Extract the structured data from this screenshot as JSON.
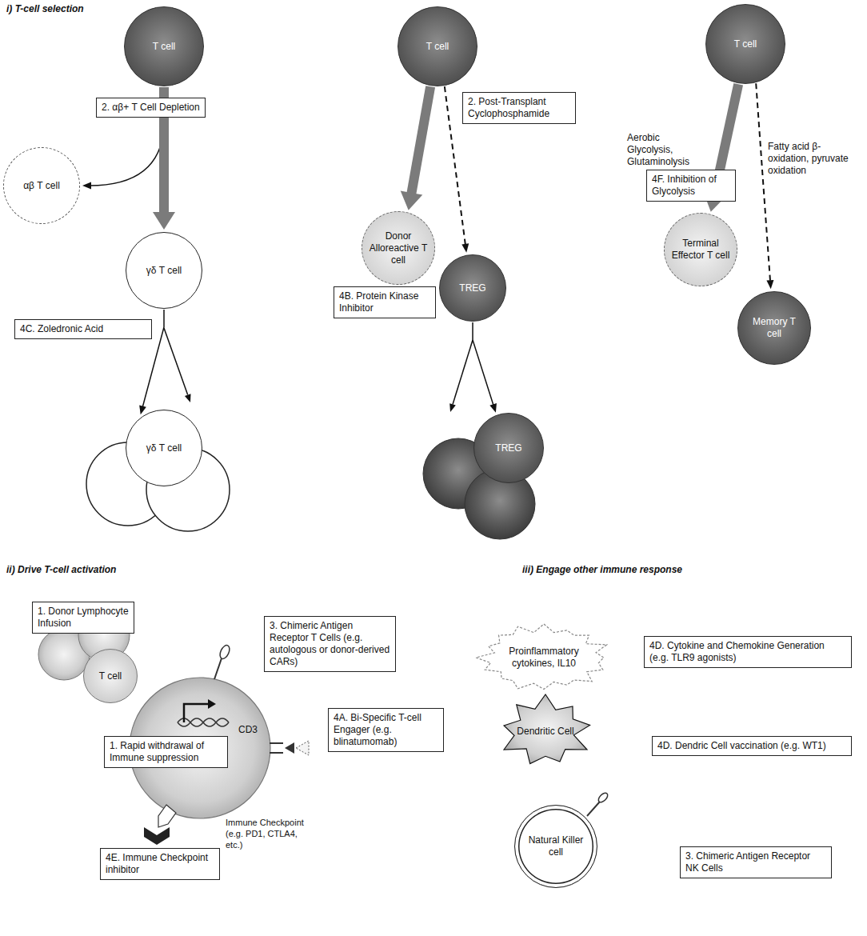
{
  "diagram": {
    "nodes": [
      {
        "text": [
          "T cell"
        ]
      },
      {
        "text": [
          "2. αβ+ T Cell Depletion"
        ]
      },
      {
        "text": [
          "αβ T cell"
        ]
      },
      {
        "text": [
          "γδ T cell"
        ]
      },
      {
        "text": [
          "4C. Zoledronic Acid"
        ]
      },
      {
        "text": [
          "γδ T cell"
        ]
      },
      {
        "text": [
          "T cell"
        ]
      },
      {
        "text": [
          "2. Post-Transplant Cyclophosphamide"
        ]
      },
      {
        "text": [
          "Donor Alloreactive T cell"
        ]
      },
      {
        "text": [
          "4B. Protein Kinase Inhibitor"
        ]
      },
      {
        "text": [
          "TREG"
        ]
      },
      {
        "text": [
          "TREG"
        ]
      },
      {
        "text": [
          "T cell"
        ]
      },
      {
        "text": [
          "4F. Inhibition of Glycolysis"
        ]
      },
      {
        "text": [
          "Terminal Effector T cell"
        ]
      },
      {
        "text": [
          "Memory T cell"
        ]
      },
      {
        "text": [
          "1. Donor Lymphocyte Infusion"
        ]
      },
      {
        "text": [
          "T cell"
        ]
      },
      {
        "text": [
          "3. Chimeric Antigen Receptor T Cells (e.g. autologous or donor-derived CARs)"
        ]
      },
      {
        "text": [
          "1. Rapid withdrawal of Immune suppression"
        ]
      },
      {
        "text": [
          "4A. Bi-Specific T-cell Engager (e.g. blinatumomab)"
        ]
      },
      {
        "text": [
          "4E. Immune Checkpoint inhibitor"
        ]
      },
      {
        "text": [
          "Proinflammatory cytokines, IL10"
        ]
      },
      {
        "text": [
          "4D. Cytokine and Chemokine Generation (e.g. TLR9 agonists)"
        ]
      },
      {
        "text": [
          "Dendritic Cell"
        ]
      },
      {
        "text": [
          "4D. Dendric Cell vaccination (e.g. WT1)"
        ]
      },
      {
        "text": [
          "Natural Killer cell"
        ]
      },
      {
        "text": [
          "3. Chimeric Antigen Receptor NK Cells"
        ]
      }
    ],
    "edges": [
      {
        "from": 0,
        "to": 3,
        "arrow": "to"
      },
      {
        "from": 0,
        "to": 2,
        "arrow": "to"
      },
      {
        "from": 3,
        "to": 5,
        "arrow": "to"
      },
      {
        "from": 6,
        "to": 8,
        "arrow": "to"
      },
      {
        "from": 6,
        "to": 10,
        "arrow": "to"
      },
      {
        "from": 10,
        "to": 11,
        "arrow": "to"
      },
      {
        "from": 12,
        "to": 14,
        "arrow": "to"
      },
      {
        "from": 12,
        "to": 15,
        "arrow": "to"
      }
    ],
    "labels": [
      "i) T-cell selection",
      "Aerobic Glycolysis, Glutaminolysis",
      "Fatty acid β-oxidation, pyruvate oxidation",
      "ii) Drive T-cell activation",
      "CD3",
      "Immune Checkpoint (e.g. PD1, CTLA4, etc.)",
      "iii) Engage other immune response"
    ]
  }
}
